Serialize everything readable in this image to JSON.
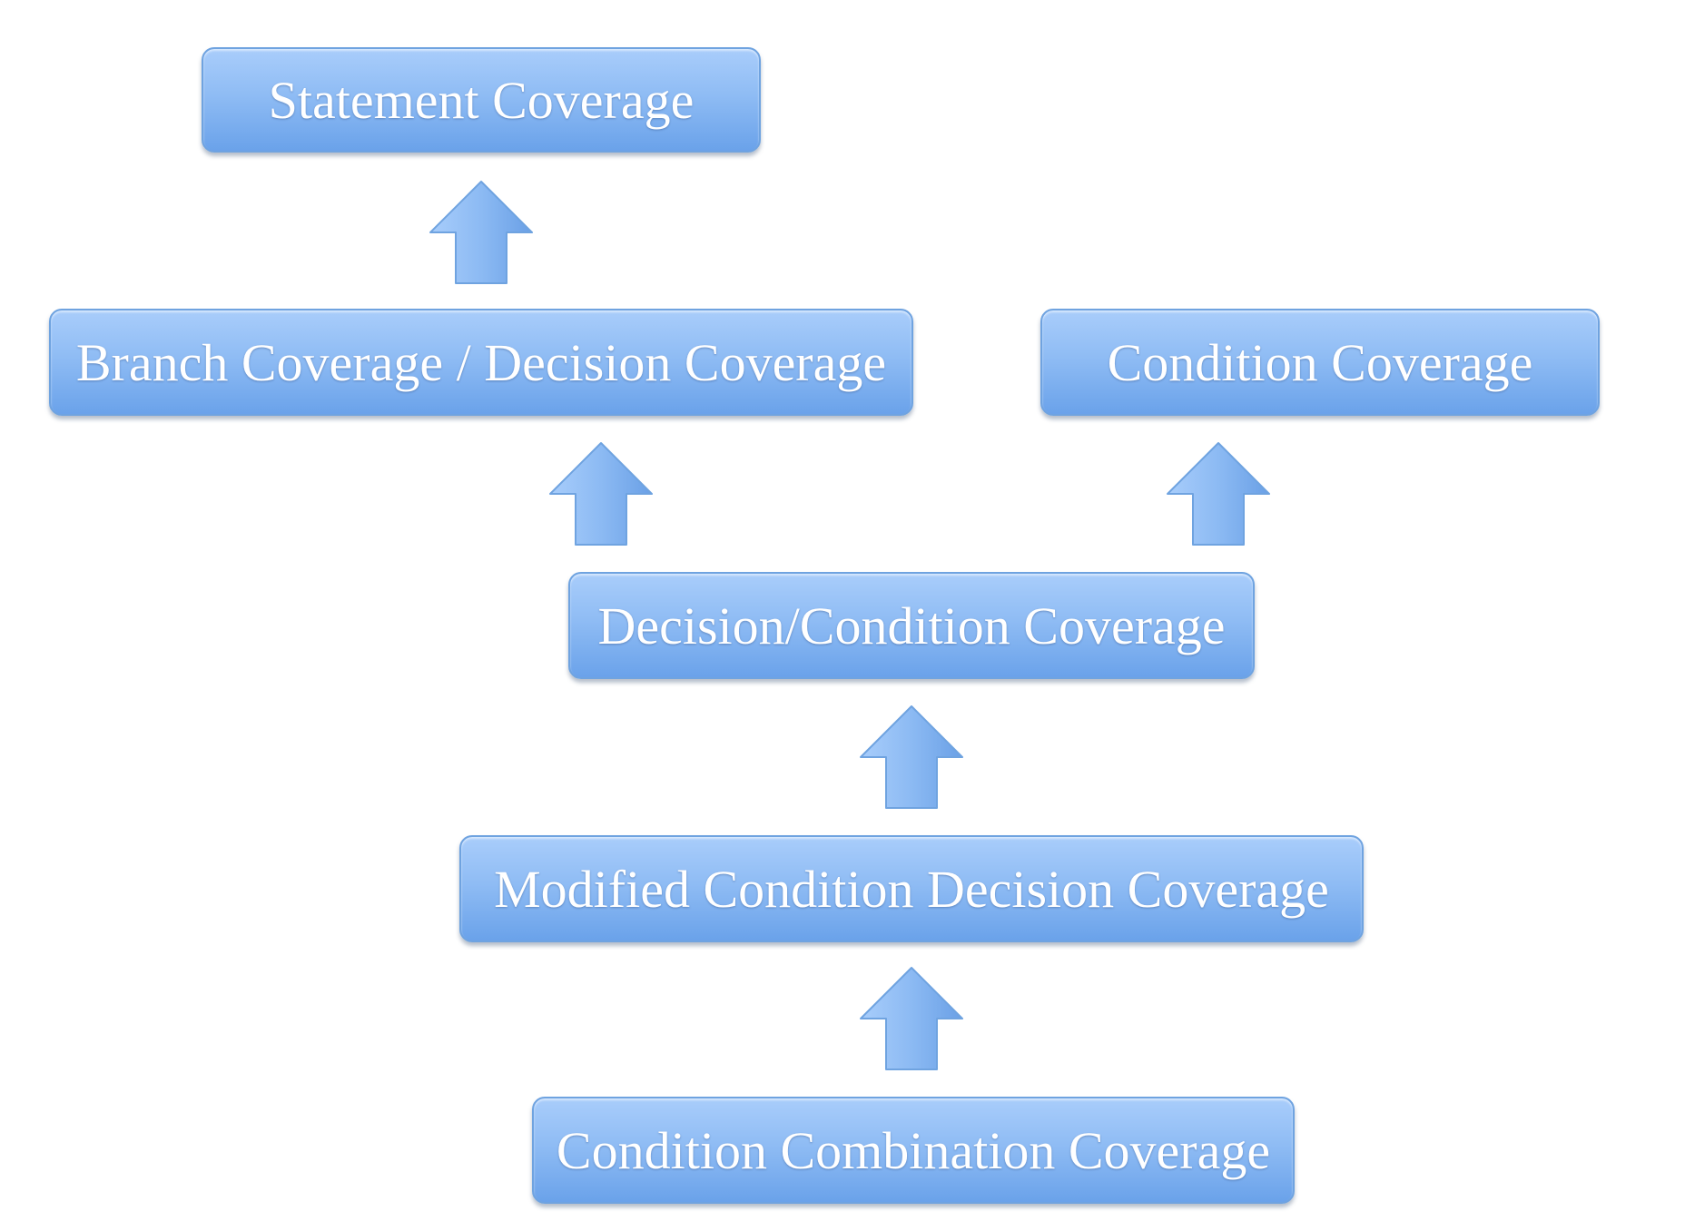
{
  "diagram": {
    "nodes": {
      "statement": "Statement Coverage",
      "branch": "Branch Coverage / Decision Coverage",
      "condition": "Condition Coverage",
      "decision_condition": "Decision/Condition Coverage",
      "mcdc": "Modified Condition Decision Coverage",
      "combination": "Condition Combination Coverage"
    },
    "edges": [
      {
        "from": "branch",
        "to": "statement"
      },
      {
        "from": "decision_condition",
        "to": "branch"
      },
      {
        "from": "decision_condition",
        "to": "condition"
      },
      {
        "from": "mcdc",
        "to": "decision_condition"
      },
      {
        "from": "combination",
        "to": "mcdc"
      }
    ],
    "colors": {
      "box_top": "#a9cdfb",
      "box_bottom": "#6aa2ea",
      "box_border": "#6fa3e0",
      "arrow_fill": "#8cbaf3",
      "text": "#ffffff"
    }
  }
}
